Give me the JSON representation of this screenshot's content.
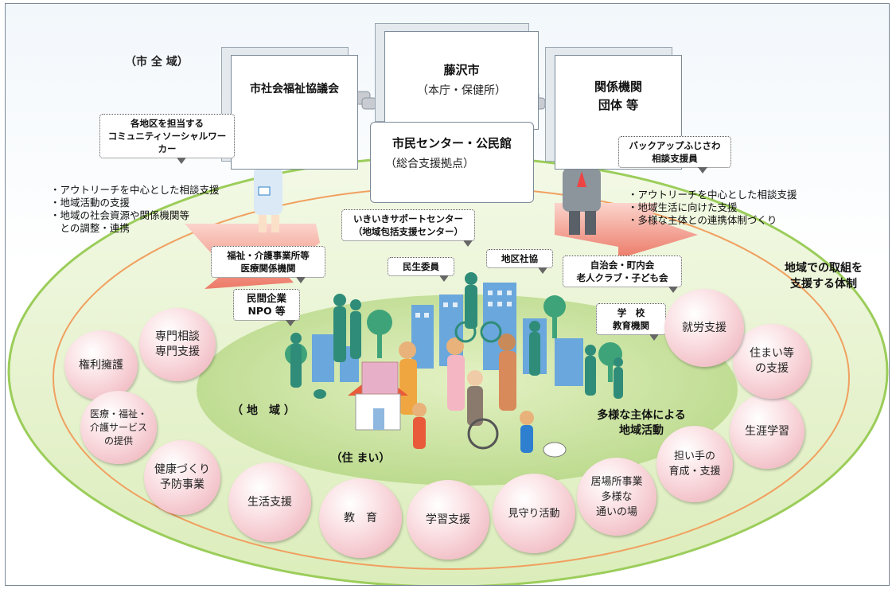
{
  "top": {
    "city_wide": "（市 全 域）",
    "fujisawa_title": "藤沢市",
    "fujisawa_sub": "（本庁・保健所）",
    "council": "市社会福祉協議会",
    "related_title": "関係機関",
    "related_sub": "団体 等",
    "center_title": "市民センター・公民館",
    "center_sub": "（総合支援拠点）"
  },
  "people": {
    "csw_bubble": "各地区を担当する\nコミュニティソーシャルワーカー",
    "backup_bubble": "バックアップふじさわ\n相談支援員"
  },
  "left_bullets": [
    "・アウトリーチを中心とした相談支援",
    "・地域活動の支援",
    "・地域の社会資源や関係機関等",
    "　との調整・連携"
  ],
  "right_bullets": [
    "・アウトリーチを中心とした相談支援",
    "・地域生活に向けた支援",
    "・多様な主体との連携体制づくり"
  ],
  "bubbles": {
    "ikiiki": "いきいきサポートセンター\n（地域包括支援センター）",
    "welfare": "福祉・介護事業所等\n医療関係機関",
    "minsei": "民生委員",
    "chiku": "地区社協",
    "jichikai": "自治会・町内会\n老人クラブ・子ども会",
    "minkan": "民間企業\nNPO 等",
    "school": "学　校\n教育機関"
  },
  "labels": {
    "support_system": "地域での取組を\n支援する体制",
    "region": "（ 地　域 ）",
    "home": "（住 まい）",
    "diverse": "多様な主体による\n地域活動"
  },
  "services": [
    "専門相談\n専門支援",
    "権利擁護",
    "医療・福祉・\n介護サービス\nの提供",
    "健康づくり\n予防事業",
    "生活支援",
    "教　育",
    "学習支援",
    "見守り活動",
    "居場所事業\n多様な\n通いの場",
    "担い手の\n育成・支援",
    "生涯学習",
    "住まい等\nの支援",
    "就労支援"
  ],
  "colors": {
    "outer_fill": "#e8f4d0",
    "outer_stroke": "#8cc63f",
    "inner_fill": "#cbe3a0",
    "arrow": "#f08a7a",
    "circle": "#f2c1c8",
    "building": "#5a9bd5",
    "people": "#2e8b7a"
  }
}
